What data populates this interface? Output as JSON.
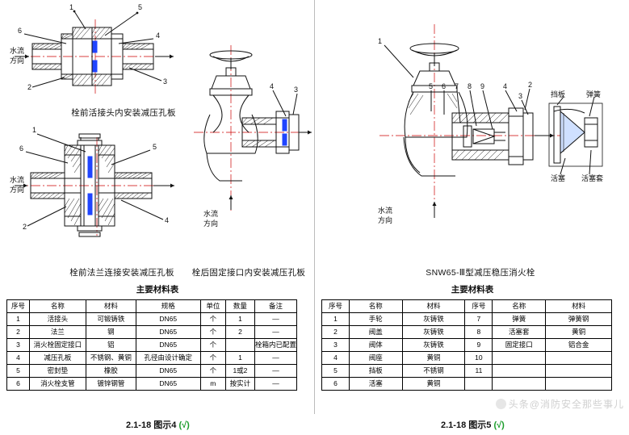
{
  "figures": {
    "left": {
      "captions": [
        "栓前活接头内安装减压孔板",
        "栓前法兰连接安装减压孔板",
        "栓后固定接口内安装减压孔板"
      ],
      "flow_labels": [
        "水流",
        "方向"
      ],
      "callout_numbers_top": [
        "1",
        "5",
        "6",
        "4",
        "3",
        "2"
      ],
      "callout_numbers_mid": [
        "6",
        "1",
        "5",
        "4"
      ],
      "callout_numbers_right": [
        "4",
        "3"
      ],
      "table_title": "主要材料表",
      "table": {
        "headers": [
          "序号",
          "名称",
          "材料",
          "规格",
          "单位",
          "数量",
          "备注"
        ],
        "rows": [
          [
            "1",
            "活接头",
            "可锻铸铁",
            "DN65",
            "个",
            "1",
            "—"
          ],
          [
            "2",
            "法兰",
            "钢",
            "DN65",
            "个",
            "2",
            "—"
          ],
          [
            "3",
            "消火栓固定接口",
            "铝",
            "DN65",
            "个",
            "",
            "栓箱内已配置"
          ],
          [
            "4",
            "减压孔板",
            "不锈钢、黄铜",
            "孔径由设计确定",
            "个",
            "1",
            "—"
          ],
          [
            "5",
            "密封垫",
            "橡胶",
            "DN65",
            "个",
            "1或2",
            "—"
          ],
          [
            "6",
            "消火栓支管",
            "镀锌钢管",
            "DN65",
            "m",
            "按实计",
            "—"
          ]
        ]
      },
      "fig_label": "2.1-18  图示4",
      "check": "(√)"
    },
    "right": {
      "caption": "SNW65-Ⅲ型减压稳压消火栓",
      "flow_labels": [
        "水流",
        "方向"
      ],
      "callout_numbers": [
        "1",
        "5",
        "6",
        "7",
        "8",
        "9",
        "4",
        "3",
        "2"
      ],
      "detail_labels": [
        "挡板",
        "弹簧",
        "活塞",
        "活塞套"
      ],
      "table_title": "主要材料表",
      "table": {
        "headers": [
          "序号",
          "名称",
          "材料",
          "序号",
          "名称",
          "材料"
        ],
        "rows": [
          [
            "1",
            "手轮",
            "灰铸铁",
            "7",
            "弹簧",
            "弹簧钢"
          ],
          [
            "2",
            "阀盖",
            "灰铸铁",
            "8",
            "活塞套",
            "黄铜"
          ],
          [
            "3",
            "阀体",
            "灰铸铁",
            "9",
            "固定接口",
            "铝合金"
          ],
          [
            "4",
            "阀座",
            "黄铜",
            "10",
            "",
            ""
          ],
          [
            "5",
            "挡板",
            "不锈钢",
            "11",
            "",
            ""
          ],
          [
            "6",
            "活塞",
            "黄铜",
            "",
            "",
            ""
          ]
        ]
      },
      "fig_label": "2.1-18  图示5",
      "check": "(√)"
    }
  },
  "watermark": {
    "source": "头条",
    "separator": "@",
    "account": "消防安全那些事儿"
  }
}
